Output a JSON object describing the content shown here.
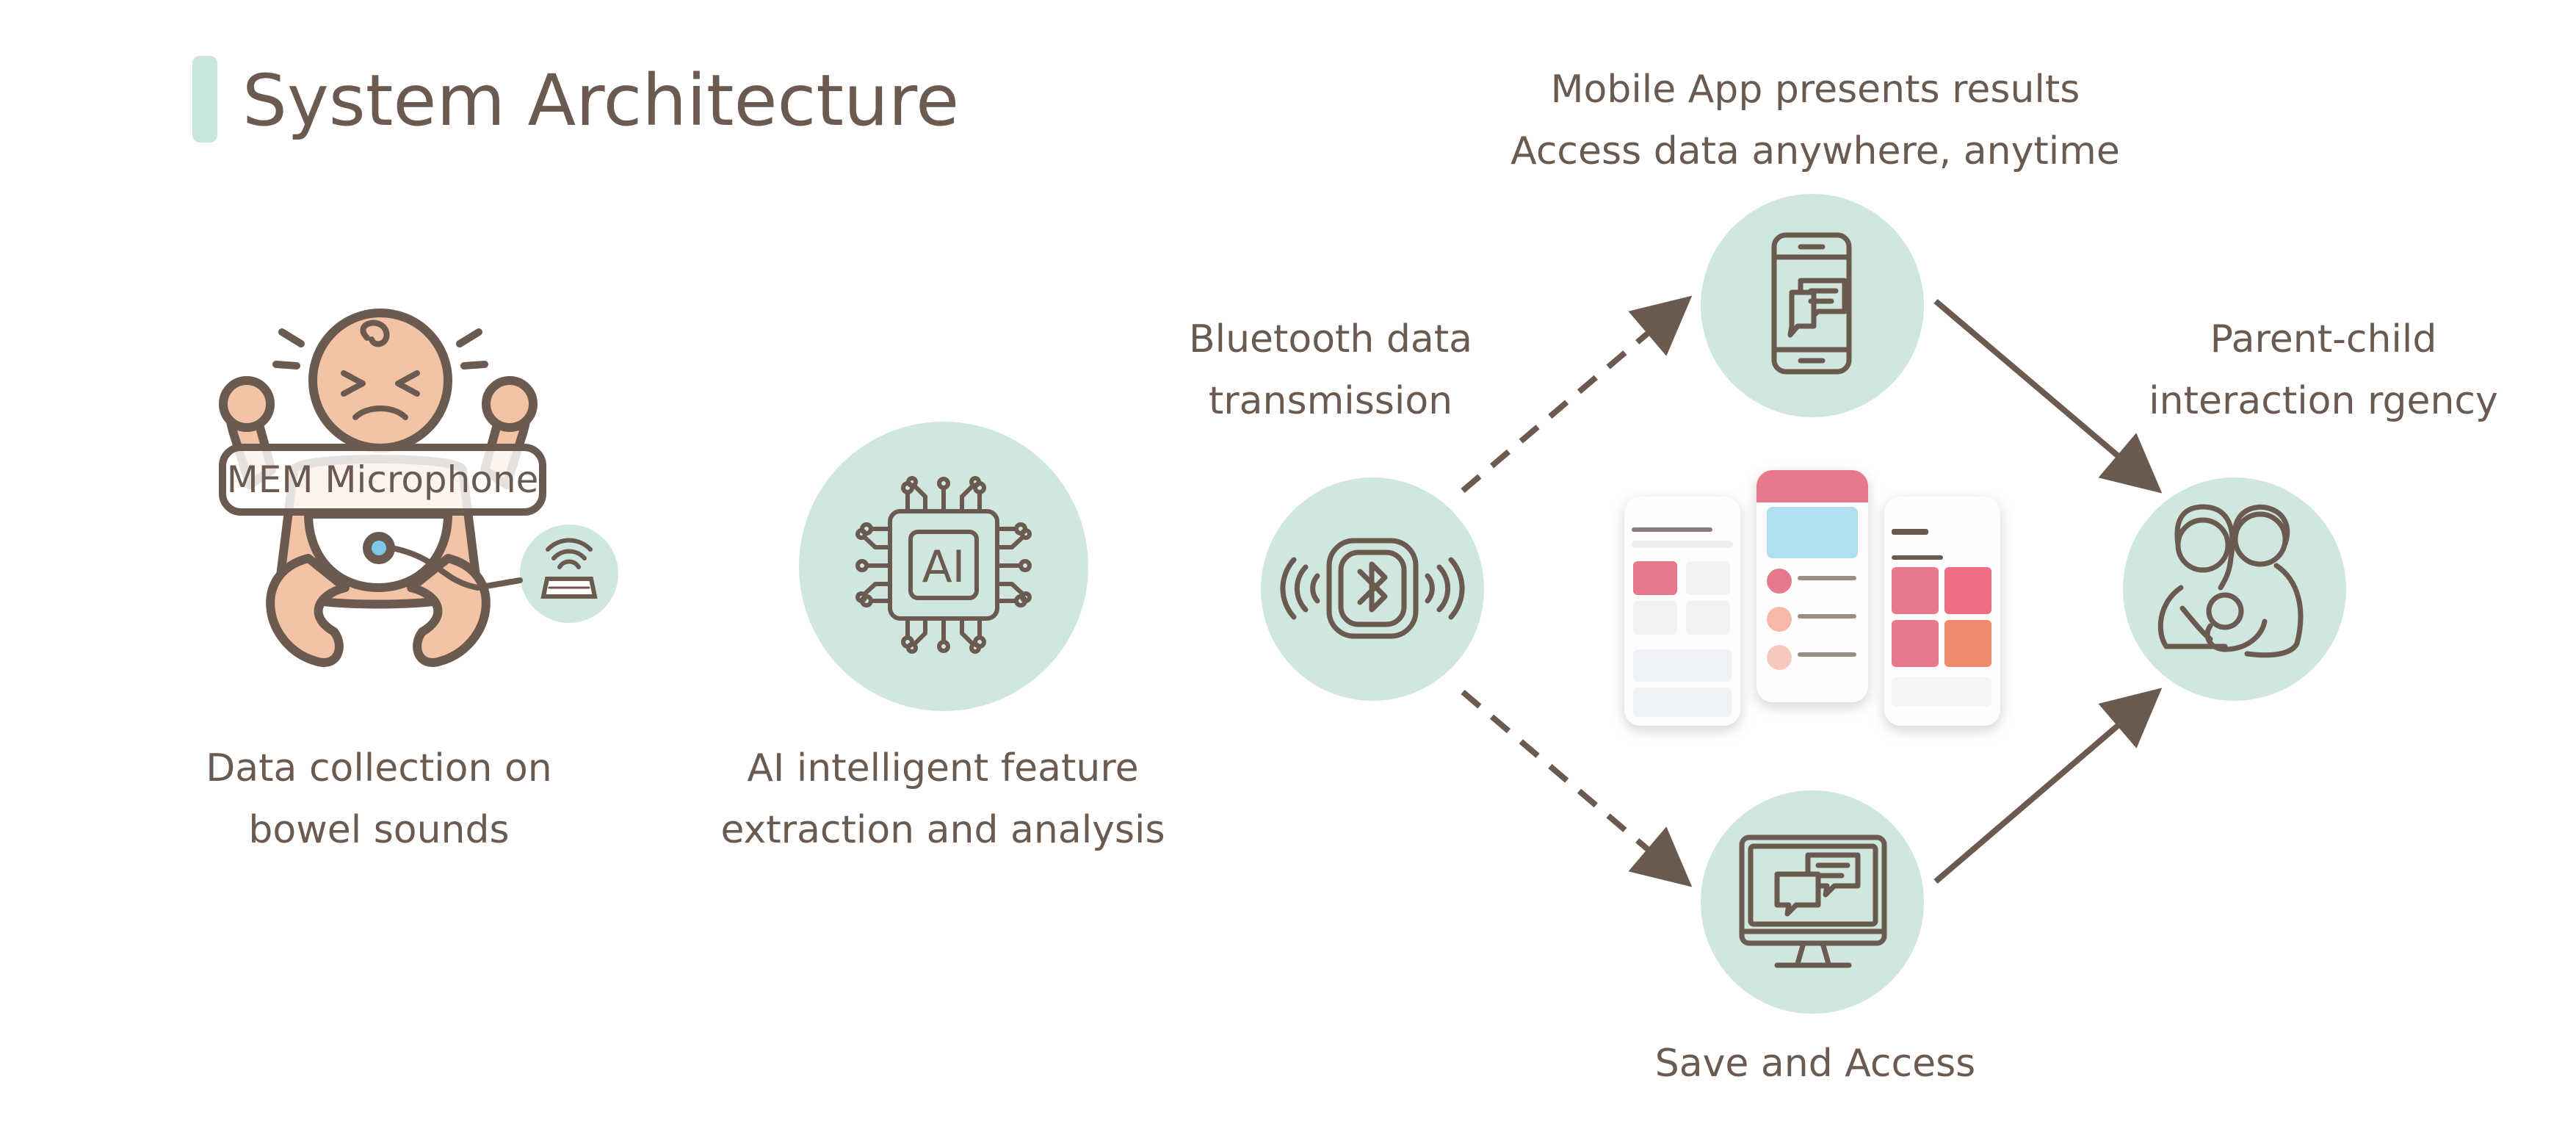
{
  "title": "System Architecture",
  "labels": {
    "data_collection": [
      "Data collection on",
      "bowel sounds"
    ],
    "mem_microphone": "MEM Microphone",
    "ai": [
      "AI intelligent feature",
      "extraction and analysis"
    ],
    "ai_chip_text": "AI",
    "bluetooth": [
      "Bluetooth data",
      "transmission"
    ],
    "mobile": [
      "Mobile App presents results",
      "Access data anywhere, anytime"
    ],
    "save": "Save and Access",
    "parent": [
      "Parent-child",
      "interaction rgency"
    ]
  },
  "icons": [
    "baby-icon",
    "sensor-device-icon",
    "ai-chip-icon",
    "bluetooth-icon",
    "smartphone-icon",
    "desktop-monitor-icon",
    "parent-child-icon"
  ],
  "colors": {
    "circle": "#cfe7df",
    "stroke": "#6b5a50",
    "skin": "#f2c3a4",
    "accent": "#e8798d"
  }
}
